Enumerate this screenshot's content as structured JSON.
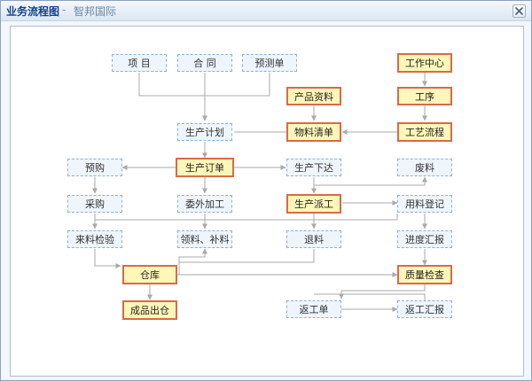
{
  "window": {
    "title": "业务流程图",
    "separator": "-",
    "subtitle": "智邦国际",
    "close_label": "×"
  },
  "colors": {
    "standard_fill": "#eef5fc",
    "standard_border": "#8fb1d6",
    "key_fill": "#fff7b9",
    "key_border": "#d96a48",
    "connector": "#a9a9a9"
  },
  "nodes": {
    "project": "项 目",
    "contract": "合 同",
    "budget": "预测单",
    "work_center": "工作中心",
    "product_info": "产品资料",
    "process": "工序",
    "production_plan": "生产计划",
    "bom": "物料清单",
    "process_flow": "工艺流程",
    "pre_purchase": "预购",
    "production_order": "生产订单",
    "production_issue": "生产下达",
    "scrap": "废料",
    "purchase": "采购",
    "outsourcing": "委外加工",
    "production_dispatch": "生产派工",
    "material_usage": "用料登记",
    "incoming_inspection": "来料检验",
    "material_requisition": "领料、补料",
    "material_return": "退料",
    "progress_report": "进度汇报",
    "warehouse": "仓库",
    "quality_inspection": "质量检查",
    "finished_goods_out": "成品出仓",
    "rework_order": "返工单",
    "rework_report": "返工汇报"
  }
}
